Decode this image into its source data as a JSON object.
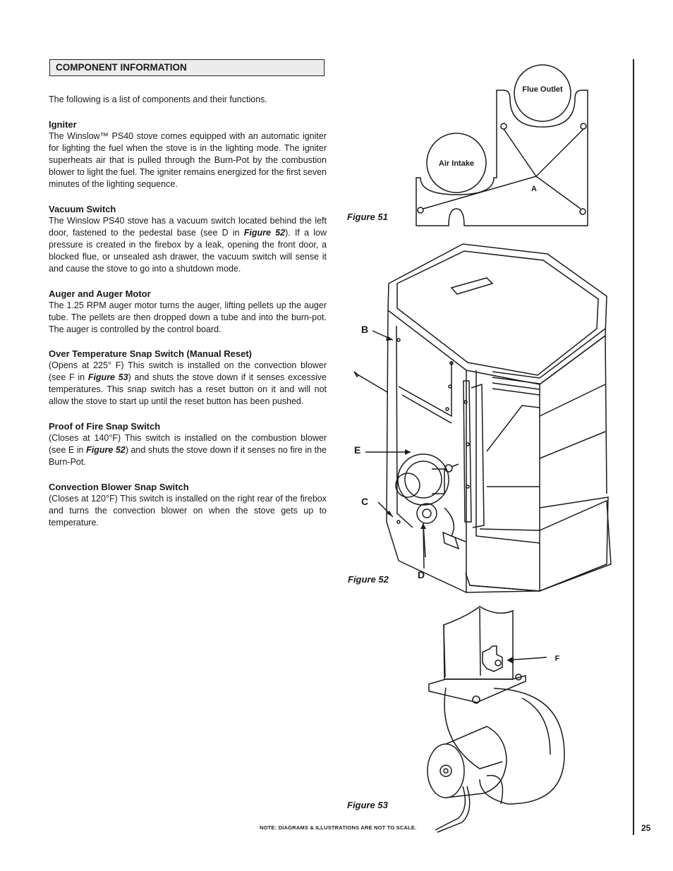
{
  "section": {
    "title": "COMPONENT INFORMATION"
  },
  "intro": "The following is a list of components and their functions.",
  "components": [
    {
      "title": "Igniter",
      "text": "The Winslow™ PS40 stove comes equipped with an automatic igniter for lighting the fuel when the stove is in the lighting mode. The igniter superheats air that is pulled through the Burn-Pot by the combustion blower to light the fuel. The igniter remains energized for the first seven minutes of the lighting sequence."
    },
    {
      "title": "Vacuum Switch",
      "text_a": "The Winslow PS40 stove has a vacuum switch located behind the left door, fastened to the pedestal base (see D in ",
      "ref": "Figure 52",
      "text_b": "). If a low pressure is created in the firebox by a leak, opening the front door, a blocked flue, or unsealed ash drawer, the vacuum switch will sense it and cause the stove to go into a shutdown mode."
    },
    {
      "title": "Auger and Auger Motor",
      "text": "The 1.25 RPM auger motor turns the auger, lifting pellets up the auger tube. The pellets are then dropped down a tube and into the burn-pot. The auger is controlled by the control board."
    },
    {
      "title": "Over Temperature Snap Switch (Manual Reset)",
      "text_a": "(Opens at 225° F) This switch is installed on the convection blower (see F in ",
      "ref": "Figure 53",
      "text_b": ") and shuts the stove down if it senses excessive temperatures. This snap switch has a reset button on it and will not allow the stove to start up until the reset button has been pushed."
    },
    {
      "title": "Proof of Fire Snap Switch",
      "text_a": "(Closes at 140°F) This switch is installed on the combustion blower (see E in ",
      "ref": "Figure 52",
      "text_b": ") and shuts the stove down if it senses no fire in the Burn-Pot."
    },
    {
      "title": "Convection Blower Snap Switch",
      "text": "(Closes at 120°F) This switch is installed on the right rear of the firebox and turns the convection blower on when the stove gets up to temperature."
    }
  ],
  "figures": {
    "fig51": {
      "caption": "Figure 51",
      "flue_label": "Flue Outlet",
      "air_label": "Air Intake",
      "point_label": "A"
    },
    "fig52": {
      "caption": "Figure 52",
      "labels": {
        "b": "B",
        "e": "E",
        "c": "C",
        "d": "D"
      }
    },
    "fig53": {
      "caption": "Figure 53",
      "label_f": "F"
    }
  },
  "footer": {
    "note": "NOTE: DIAGRAMS & ILLUSTRATIONS ARE NOT TO SCALE.",
    "page_number": "25"
  }
}
